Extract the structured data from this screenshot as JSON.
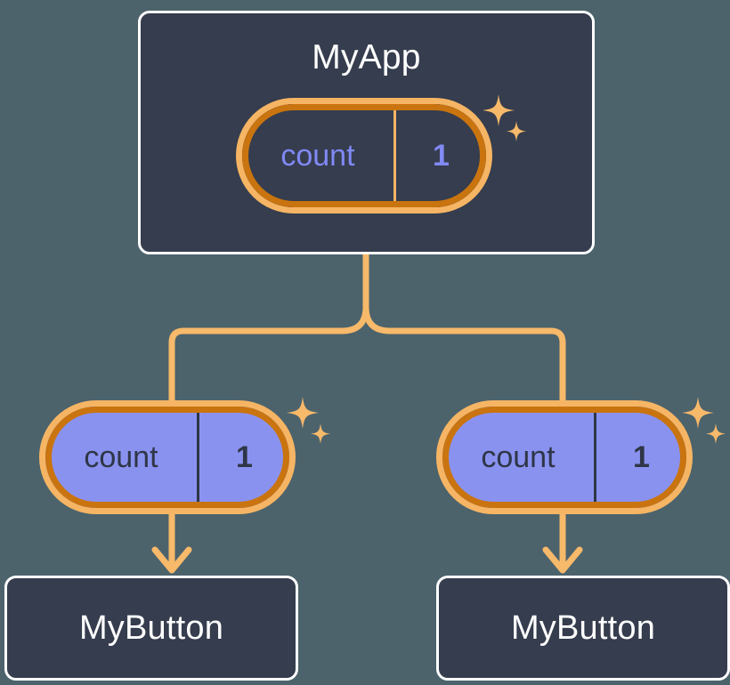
{
  "diagram": {
    "title_node": "MyApp",
    "background_color": "#4c636c",
    "node_fill": "#353d4e",
    "node_border": "#ffffff",
    "wire_color": "#f7b96a",
    "ring_outer_color": "#c9740f",
    "ring_inner_color": "#f6b564",
    "signal_fill_child": "#8a92f0",
    "signal_text_parent": "#8189f5",
    "signal_text_child": "#2e3647"
  },
  "root": {
    "label": "MyApp",
    "signal": {
      "name": "count",
      "value": "1"
    }
  },
  "children": [
    {
      "signal": {
        "name": "count",
        "value": "1"
      },
      "component": {
        "label": "MyButton"
      }
    },
    {
      "signal": {
        "name": "count",
        "value": "1"
      },
      "component": {
        "label": "MyButton"
      }
    }
  ],
  "icons": {
    "sparkle_large": "sparkle-icon",
    "sparkle_small": "sparkle-icon",
    "arrow": "arrow-down-icon"
  }
}
